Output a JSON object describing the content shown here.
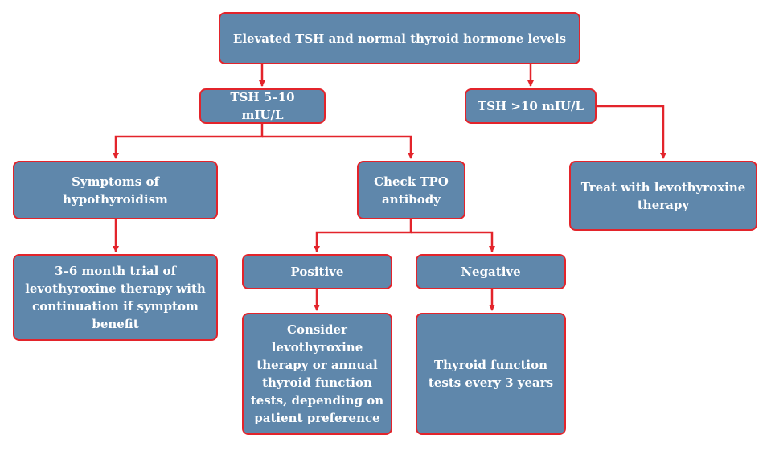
{
  "colors": {
    "box_fill": "#5f87ab",
    "border": "#e3242b",
    "text": "#ffffff",
    "connector": "#e3242b"
  },
  "nodes": {
    "root": "Elevated TSH and normal thyroid hormone levels",
    "tsh_5_10": "TSH 5–10 mIU/L",
    "tsh_gt_10": "TSH >10 mIU/L",
    "symptoms": "Symptoms of\nhypothyroidism",
    "check_tpo": "Check TPO\nantibody",
    "treat": "Treat with levothyroxine\ntherapy",
    "trial": "3–6 month trial of\nlevothyroxine therapy with\ncontinuation if symptom\nbenefit",
    "positive": "Positive",
    "negative": "Negative",
    "consider": "Consider\nlevothyroxine\ntherapy or annual\nthyroid function\ntests, depending on\npatient preference",
    "tft_3yrs": "Thyroid function\ntests every 3 years"
  }
}
